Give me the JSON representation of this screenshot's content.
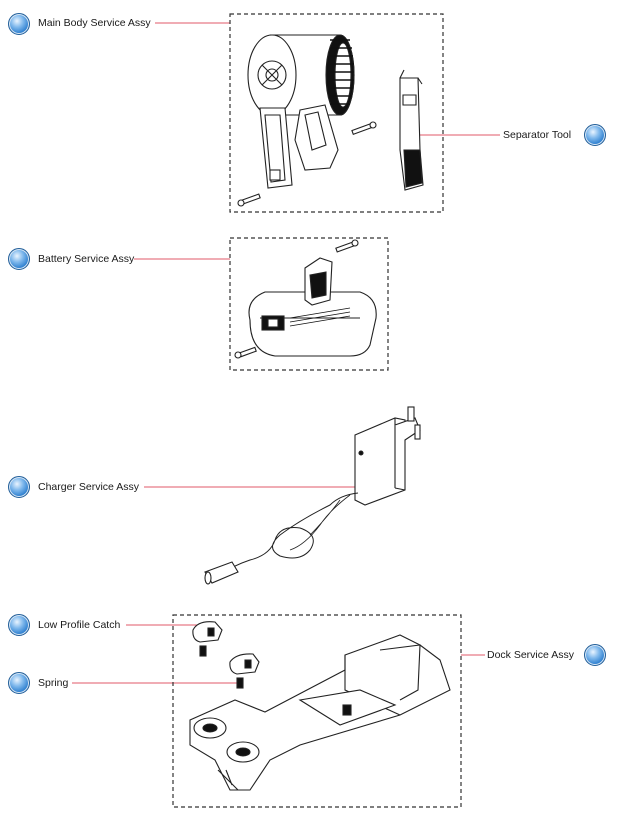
{
  "parts": [
    {
      "id": "main-body",
      "label": "Main Body Service Assy"
    },
    {
      "id": "separator-tool",
      "label": "Separator Tool"
    },
    {
      "id": "battery",
      "label": "Battery Service Assy"
    },
    {
      "id": "charger",
      "label": "Charger Service Assy"
    },
    {
      "id": "low-profile-catch",
      "label": "Low Profile Catch"
    },
    {
      "id": "spring",
      "label": "Spring"
    },
    {
      "id": "dock",
      "label": "Dock Service Assy"
    }
  ],
  "colors": {
    "leader_line": "#e05a6a",
    "bullet": "#2d7fcf",
    "outline": "#222222",
    "dash_box": "#333333"
  },
  "icons": {
    "bullet": "blue-circle-bullet"
  }
}
